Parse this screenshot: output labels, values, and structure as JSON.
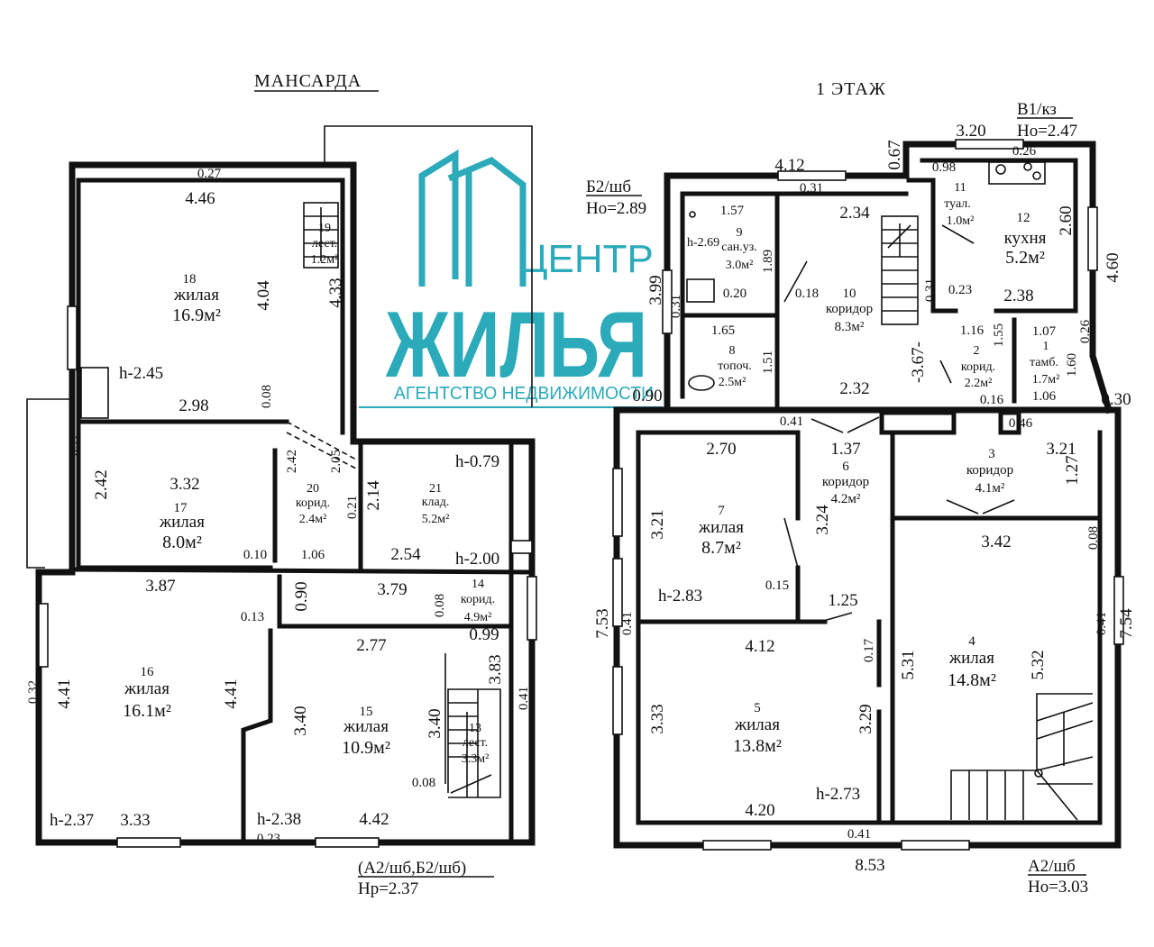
{
  "titles": {
    "attic": "МАНСАРДА",
    "floor1": "1 ЭТАЖ"
  },
  "watermark": {
    "line1": "ЦЕНТР",
    "line2": "ЖИЛЬЯ",
    "line3": "АГЕНТСТВО НЕДВИЖИМОСТИ",
    "color": "#1aa3b5"
  },
  "codes": {
    "b2_code": "Б2/шб",
    "b2_h": "Но=2.89",
    "v1_code": "В1/кз",
    "v1_h": "Но=2.47",
    "a2_code": "А2/шб",
    "a2_h": "Но=3.03",
    "attic_code": "(А2/шб,Б2/шб)",
    "attic_h": "Нр=2.37"
  },
  "rooms": {
    "r18": {
      "num": "18",
      "name": "жилая",
      "area": "16.9м²"
    },
    "r17": {
      "num": "17",
      "name": "жилая",
      "area": "8.0м²"
    },
    "r20": {
      "num": "20",
      "name": "корид.",
      "area": "2.4м²"
    },
    "r21": {
      "num": "21",
      "name": "клад.",
      "area": "5.2м²"
    },
    "r19": {
      "num": "19",
      "name": "лест.",
      "area": "1.2м²"
    },
    "r14": {
      "num": "14",
      "name": "корид.",
      "area": "4.9м²"
    },
    "r16": {
      "num": "16",
      "name": "жилая",
      "area": "16.1м²"
    },
    "r15": {
      "num": "15",
      "name": "жилая",
      "area": "10.9м²"
    },
    "r13": {
      "num": "13",
      "name": "лест.",
      "area": "3.3м²"
    },
    "r9": {
      "num": "9",
      "name": "сан.уз.",
      "area": "3.0м²"
    },
    "r8": {
      "num": "8",
      "name": "топоч.",
      "area": "2.5м²"
    },
    "r10": {
      "num": "10",
      "name": "коридор",
      "area": "8.3м²"
    },
    "r11": {
      "num": "11",
      "name": "туал.",
      "area": "1.0м²"
    },
    "r12": {
      "num": "12",
      "name": "кухня",
      "area": "5.2м²"
    },
    "r2": {
      "num": "2",
      "name": "корид.",
      "area": "2.2м²"
    },
    "r1": {
      "num": "1",
      "name": "тамб.",
      "area": "1.7м²"
    },
    "r7": {
      "num": "7",
      "name": "жилая",
      "area": "8.7м²"
    },
    "r6": {
      "num": "6",
      "name": "коридор",
      "area": "4.2м²"
    },
    "r3": {
      "num": "3",
      "name": "коридор",
      "area": "4.1м²"
    },
    "r5": {
      "num": "5",
      "name": "жилая",
      "area": "13.8м²"
    },
    "r4": {
      "num": "4",
      "name": "жилая",
      "area": "14.8м²"
    }
  },
  "dims_attic": {
    "d027": "0.27",
    "d446": "4.46",
    "d404": "4.04",
    "d433": "4.33",
    "h245": "h-2.45",
    "d298": "2.98",
    "d008a": "0.08",
    "d072": "0.72",
    "d242a": "2.42",
    "d332": "3.32",
    "d242b": "2.42",
    "d205": "2.05",
    "d214": "2.14",
    "d021": "0.21",
    "h079": "h-0.79",
    "d010": "0.10",
    "d106": "1.06",
    "d254": "2.54",
    "h200": "h-2.00",
    "d387": "3.87",
    "d090": "0.90",
    "d379": "3.79",
    "d008b": "0.08",
    "d013": "0.13",
    "d099": "0.99",
    "d277": "2.77",
    "d383": "3.83",
    "d032": "0.32",
    "d441a": "4.41",
    "d441b": "4.41",
    "d340a": "3.40",
    "d340b": "3.40",
    "d041": "0.41",
    "d008c": "0.08",
    "h237": "h-2.37",
    "d333": "3.33",
    "h238": "h-2.38",
    "d442": "4.42",
    "d023": "0.23"
  },
  "dims_f1": {
    "d412a": "4.12",
    "d031a": "0.31",
    "d320": "3.20",
    "d067": "0.67",
    "d026a": "0.26",
    "d098": "0.98",
    "d260": "2.60",
    "d460": "4.60",
    "d157": "1.57",
    "d234": "2.34",
    "h269": "h-2.69",
    "d189": "1.89",
    "d399": "3.99",
    "d031b": "0.31",
    "d020": "0.20",
    "d018": "0.18",
    "d023b": "0.23",
    "d238": "2.38",
    "d165": "1.65",
    "d151": "1.51",
    "d367": "-3.67-",
    "d116": "1.16",
    "d155": "1.55",
    "d107": "1.07",
    "d026b": "0.26",
    "d160": "1.60",
    "d232": "2.32",
    "d016": "0.16",
    "d106": "1.06",
    "d030": "0.30",
    "d090": "0.90",
    "d041a": "0.41",
    "d046": "0.46",
    "d270": "2.70",
    "d137": "1.37",
    "d321a": "3.21",
    "d127": "1.27",
    "d321b": "3.21",
    "d324": "3.24",
    "d342": "3.42",
    "d008": "0.08",
    "d753": "7.53",
    "d041b": "0.41",
    "h283": "h-2.83",
    "d015": "0.15",
    "d125": "1.25",
    "d041c": "0.41",
    "d754": "7.54",
    "d412b": "4.12",
    "d017": "0.17",
    "d531": "5.31",
    "d532": "5.32",
    "d333": "3.33",
    "d329": "3.29",
    "h273": "h-2.73",
    "d420": "4.20",
    "d041d": "0.41",
    "d853": "8.53"
  }
}
